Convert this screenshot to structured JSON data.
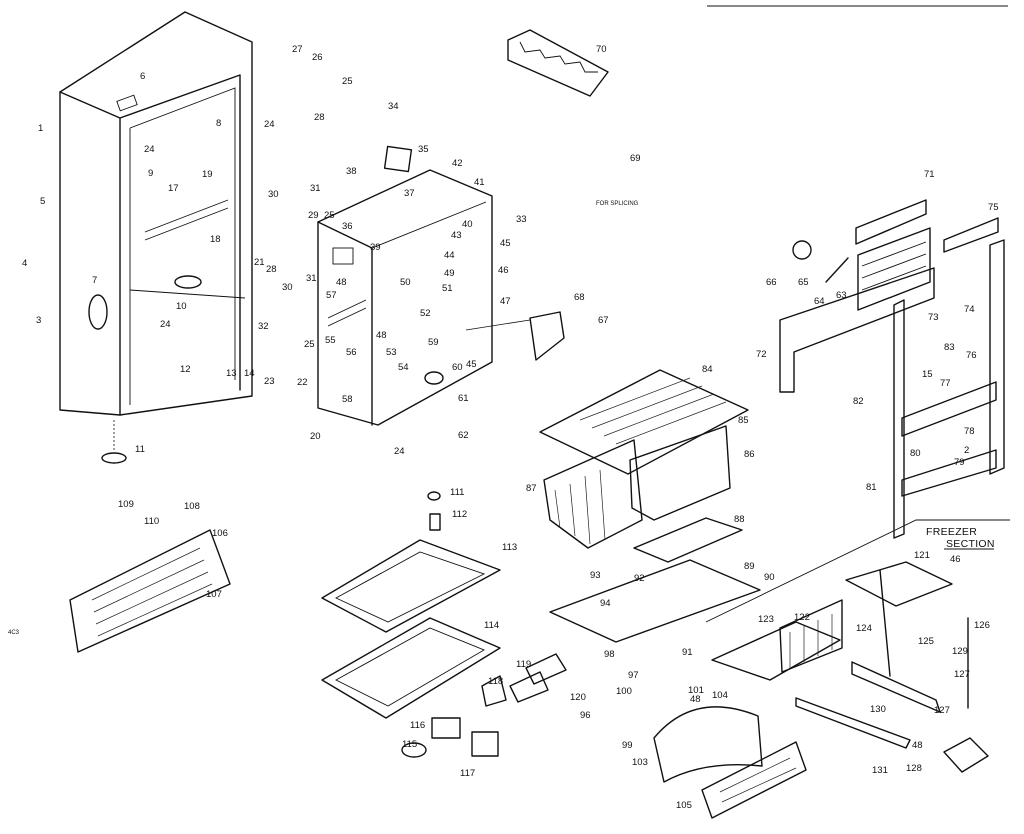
{
  "section_label": {
    "line1": "FREEZER",
    "line2": "SECTION"
  },
  "note_69": "FOR SPLICING",
  "margin_mark": "4C3",
  "callouts": [
    "27",
    "26",
    "25",
    "6",
    "8",
    "24",
    "28",
    "1",
    "5",
    "9",
    "17",
    "19",
    "24",
    "30",
    "31",
    "4",
    "18",
    "29",
    "25",
    "21",
    "28",
    "7",
    "3",
    "10",
    "24",
    "30",
    "31",
    "32",
    "57",
    "25",
    "12",
    "13",
    "14",
    "23",
    "22",
    "11",
    "34",
    "35",
    "38",
    "42",
    "37",
    "41",
    "36",
    "40",
    "33",
    "39",
    "43",
    "45",
    "44",
    "50",
    "49",
    "46",
    "48",
    "51",
    "52",
    "47",
    "55",
    "56",
    "48",
    "53",
    "54",
    "59",
    "60",
    "45",
    "58",
    "61",
    "62",
    "20",
    "24",
    "70",
    "69",
    "71",
    "75",
    "66",
    "65",
    "64",
    "63",
    "73",
    "74",
    "68",
    "67",
    "72",
    "83",
    "76",
    "84",
    "85",
    "86",
    "87",
    "88",
    "82",
    "15",
    "77",
    "78",
    "80",
    "2",
    "79",
    "81",
    "109",
    "108",
    "111",
    "112",
    "110",
    "106",
    "107",
    "113",
    "114",
    "93",
    "92",
    "89",
    "90",
    "94",
    "98",
    "91",
    "97",
    "101",
    "100",
    "96",
    "119",
    "118",
    "120",
    "116",
    "115",
    "117",
    "99",
    "103",
    "105",
    "48",
    "104",
    "121",
    "46",
    "122",
    "123",
    "124",
    "125",
    "126",
    "129",
    "127",
    "130",
    "127",
    "48",
    "131",
    "128"
  ]
}
